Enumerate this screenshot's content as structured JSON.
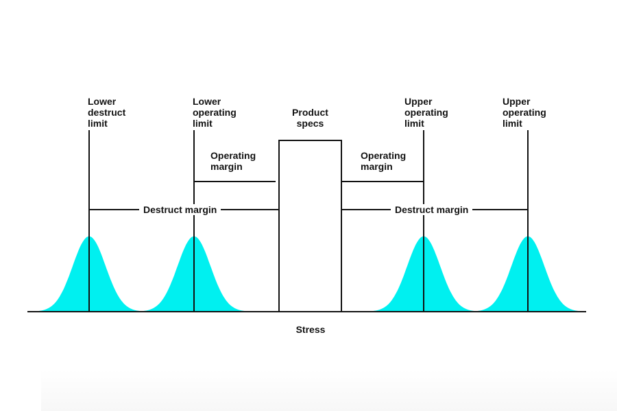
{
  "colors": {
    "curve_fill": "#00F0F0",
    "line": "#111111",
    "text": "#111111",
    "background": "#FFFFFF"
  },
  "labels": {
    "lower_destruct_limit": "Lower\ndestruct\nlimit",
    "lower_operating_limit": "Lower\noperating\nlimit",
    "product_specs": "Product\nspecs",
    "upper_operating_limit_1": "Upper\noperating\nlimit",
    "upper_operating_limit_2": "Upper\noperating\nlimit",
    "operating_margin_left": "Operating\nmargin",
    "operating_margin_right": "Operating\nmargin",
    "destruct_margin_left": "Destruct margin",
    "destruct_margin_right": "Destruct margin",
    "x_axis": "Stress"
  }
}
